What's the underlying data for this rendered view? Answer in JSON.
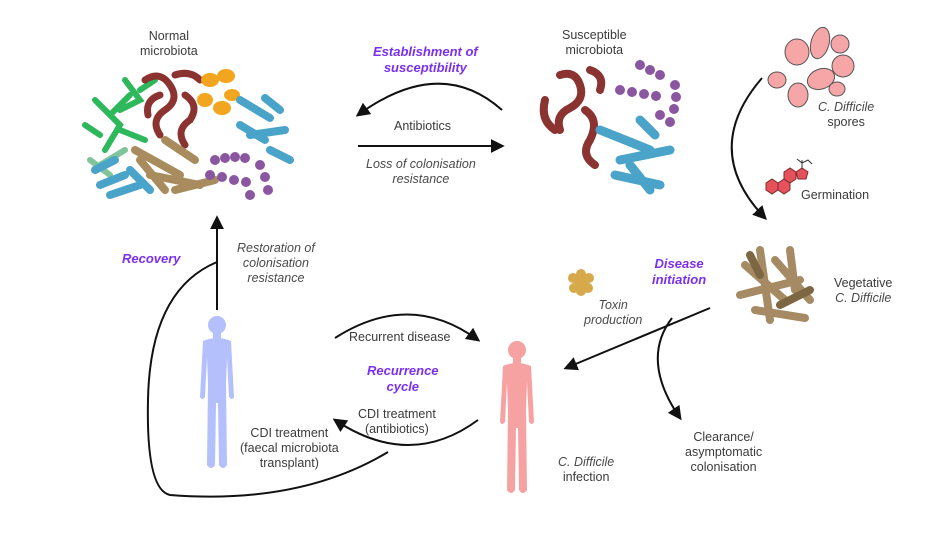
{
  "colors": {
    "stage_label": "#7b2ff0",
    "arrow": "#111111",
    "healthy_person": "#b3c0fb",
    "infected_person": "#f6a2a2",
    "spores": "#f39a9c",
    "germinant": "#e5525c",
    "vegetative_cdiff": "#a68a63",
    "toxin": "#d6a94a",
    "bacteria_green": "#2eb85c",
    "bacteria_maroon": "#8a3330",
    "bacteria_orange": "#f2a51f",
    "bacteria_blue": "#4aa3c8",
    "bacteria_purple": "#8a56a0",
    "bacteria_tan": "#a88c5e"
  },
  "nodes": {
    "normal_microbiota": [
      "Normal",
      "microbiota"
    ],
    "susceptible_microbiota": [
      "Susceptible",
      "microbiota"
    ],
    "spores": {
      "italic": "C. Difficile",
      "plain": "spores"
    },
    "germination": "Germination",
    "vegetative": {
      "plain": "Vegetative",
      "italic": "C. Difficile"
    },
    "toxin": [
      "Toxin",
      "production"
    ],
    "infection": {
      "italic": "C. Difficile",
      "plain": "infection"
    },
    "clearance": [
      "Clearance/",
      "asymptomatic",
      "colonisation"
    ]
  },
  "stages": {
    "establishment": [
      "Establishment of",
      "susceptibility"
    ],
    "disease_initiation": [
      "Disease",
      "initiation"
    ],
    "recurrence": [
      "Recurrence",
      "cycle"
    ],
    "recovery": "Recovery"
  },
  "edges": {
    "antibiotics": "Antibiotics",
    "loss_resistance": [
      "Loss of colonisation",
      "resistance"
    ],
    "restoration": [
      "Restoration of",
      "colonisation",
      "resistance"
    ],
    "recurrent_disease": "Recurrent disease",
    "cdi_antibiotics": [
      "CDI treatment",
      "(antibiotics)"
    ],
    "cdi_fmt": [
      "CDI treatment",
      "(faecal microbiota",
      "transplant)"
    ]
  }
}
